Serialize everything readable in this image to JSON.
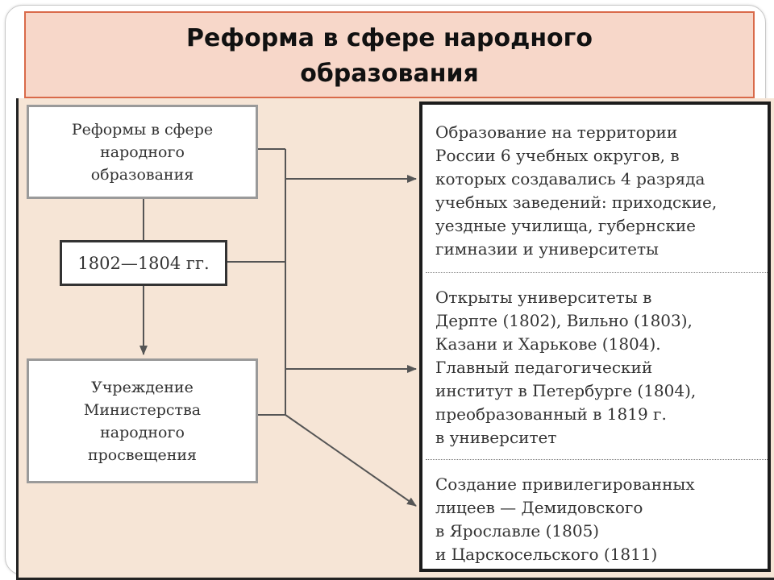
{
  "slide": {
    "title": "Реформа в сфере народного\nобразования"
  },
  "diagram": {
    "left_boxes": {
      "reforms": "Реформы в сфере\nнародного\nобразования",
      "years": "1802—1804 гг.",
      "ministry": "Учреждение\nМинистерства\nнародного\nпросвещения"
    },
    "right_items": [
      "Образование на территории\nРоссии 6 учебных округов, в\nкоторых создавались 4 разряда\nучебных заведений: приходские,\nуездные училища, губернские\nгимназии и университеты",
      "Открыты университеты в\nДерпте (1802), Вильно (1803),\nКазани и Харькове (1804).\nГлавный педагогический\nинститут в Петербурге (1804),\nпреобразованный в 1819 г.\nв университет",
      "Создание привилегированных\nлицеев — Демидовского\nв Ярославле (1805)\nи Царскосельского (1811)"
    ]
  },
  "colors": {
    "title_background": "#f7d7c9",
    "title_border": "#d96a4a",
    "scheme_background": "#f6e5d6",
    "connector": "#555555"
  }
}
